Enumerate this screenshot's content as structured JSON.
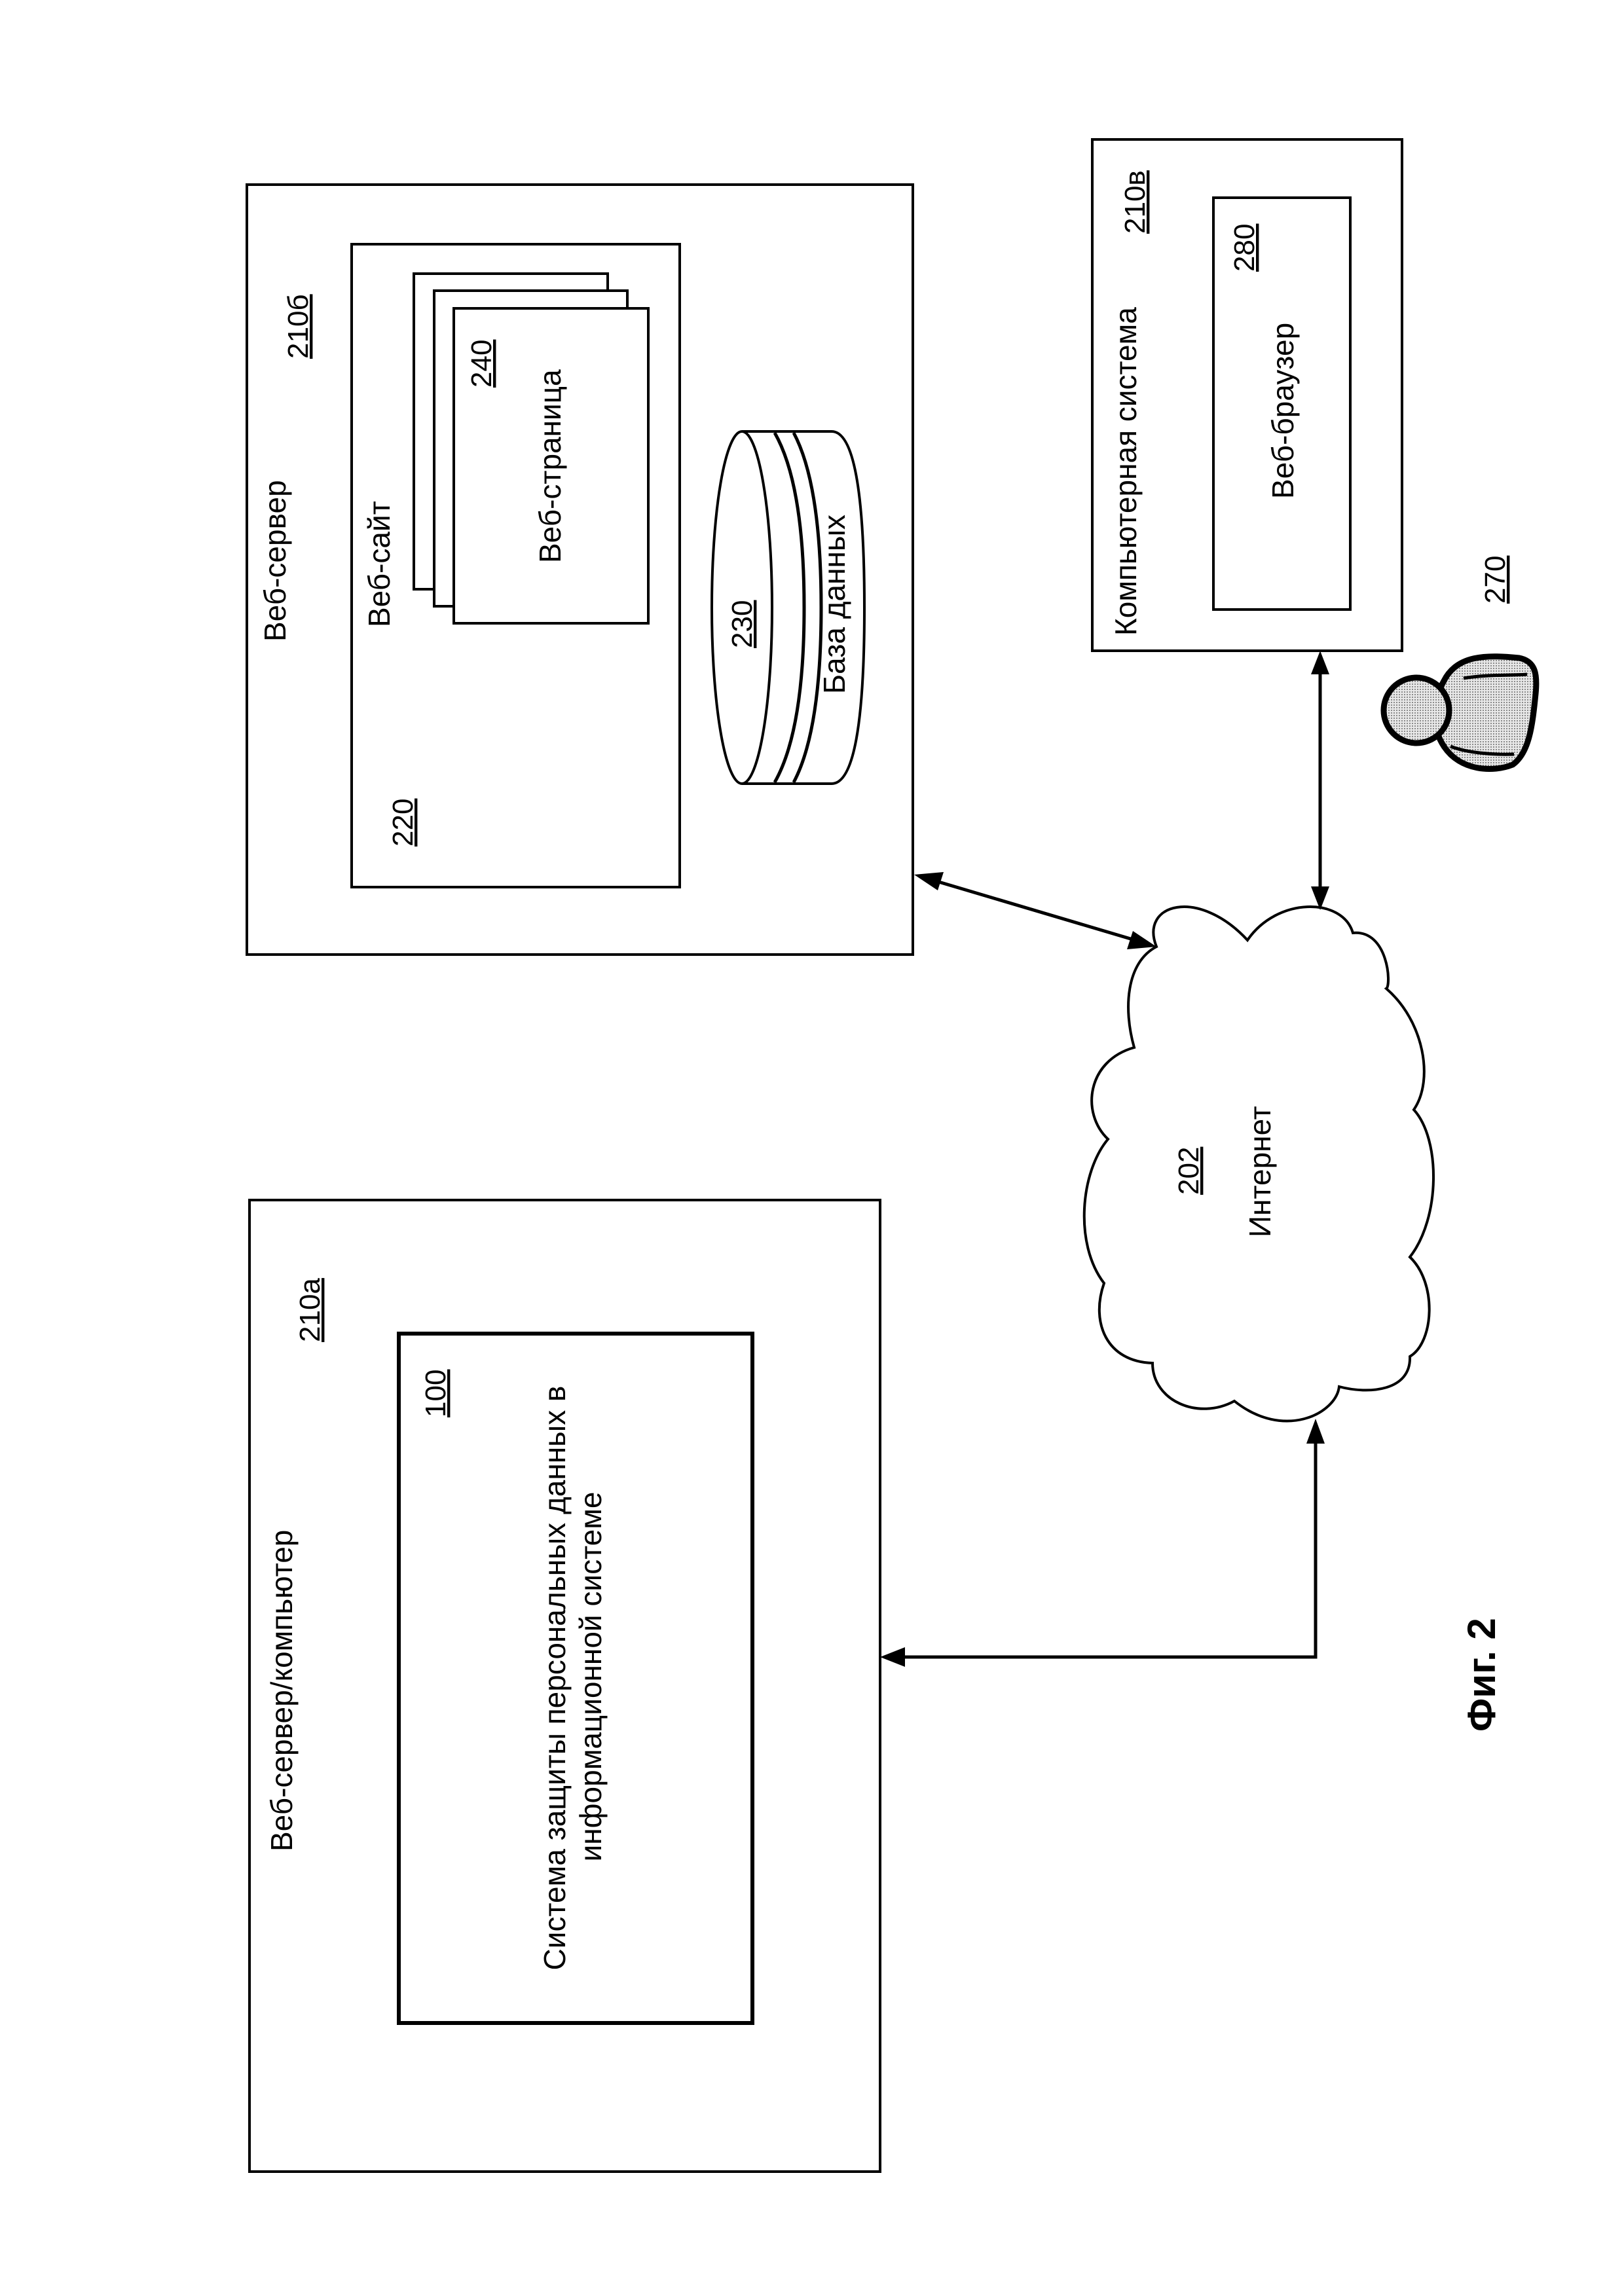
{
  "figure": {
    "caption": "Фиг. 2"
  },
  "nodes": {
    "web_server_computer": {
      "label": "Веб-сервер/компьютер",
      "ref": "210а"
    },
    "protection_system": {
      "label_line1": "Система защиты персональных данных в",
      "label_line2": "информационной системе",
      "ref": "100"
    },
    "web_server": {
      "label": "Веб-сервер",
      "ref": "210б"
    },
    "website": {
      "label": "Веб-сайт",
      "ref": "220"
    },
    "web_page": {
      "label": "Веб-страница",
      "ref": "240"
    },
    "database": {
      "label": "База данных",
      "ref": "230"
    },
    "internet": {
      "label": "Интернет",
      "ref": "202"
    },
    "computer_system": {
      "label": "Компьютерная система",
      "ref": "210в"
    },
    "web_browser": {
      "label": "Веб-браузер",
      "ref": "280"
    },
    "user": {
      "ref": "270"
    }
  },
  "connections": [
    {
      "from": "Интернет",
      "to": "Веб-сервер/компьютер",
      "direction": "one-way"
    },
    {
      "from": "Интернет",
      "to": "Веб-сервер",
      "direction": "two-way"
    },
    {
      "from": "Интернет",
      "to": "Компьютерная система",
      "direction": "two-way"
    }
  ]
}
